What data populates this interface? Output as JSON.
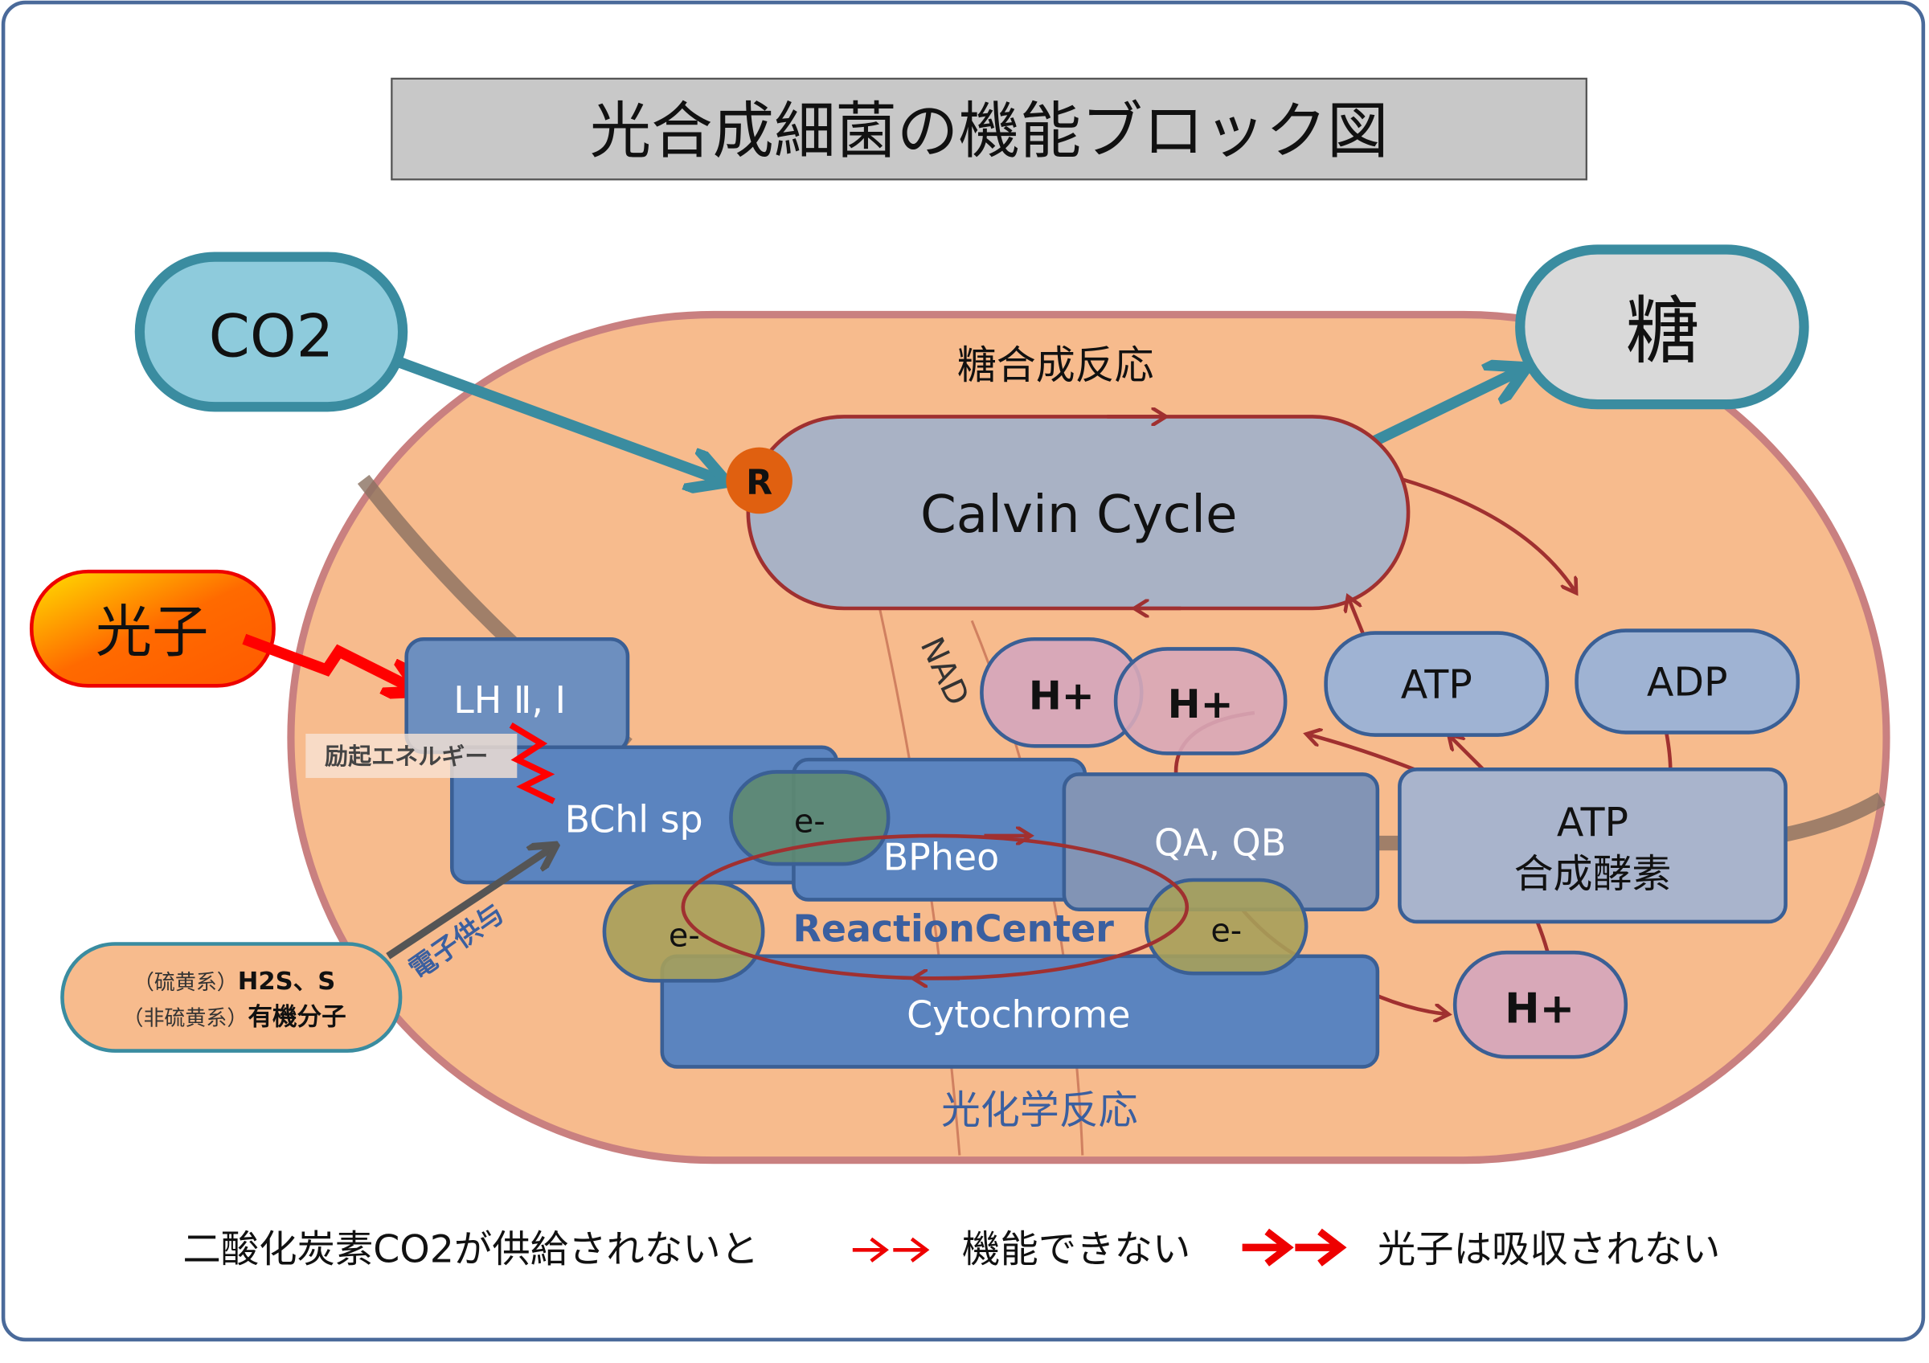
{
  "title": "光合成細菌の機能ブロック図",
  "inputs": {
    "co2": "CO2",
    "photon": "光子",
    "sugar": "糖"
  },
  "labels": {
    "sugar_synthesis": "糖合成反応",
    "calvin_cycle": "Calvin Cycle",
    "rubisco": "R",
    "lh": "LH Ⅱ, Ⅰ",
    "excitation_energy": "励起エネルギー",
    "bchl": "BChl sp",
    "bpheo": "BPheo",
    "qaqb": "QA, QB",
    "reaction_center": "ReactionCenter",
    "cytochrome": "Cytochrome",
    "electron": "e-",
    "proton": "H+",
    "nad": "NAD",
    "atp": "ATP",
    "adp": "ADP",
    "atp_synthase_line1": "ATP",
    "atp_synthase_line2": "合成酵素",
    "photochemical_reaction": "光化学反応",
    "electron_donation": "電子供与",
    "donor_line1_prefix": "（硫黄系）",
    "donor_line1_main": "H2S、S",
    "donor_line2_prefix": "（非硫黄系）",
    "donor_line2_main": "有機分子"
  },
  "footer": {
    "part1": "二酸化炭素CO2が供給されないと",
    "part2": "機能できない",
    "part3": "光子は吸収されない"
  },
  "colors": {
    "cell": "#f7bb8d",
    "cell_border": "#c98080",
    "teal": "#3a8ca0",
    "arrow_red": "#a03030",
    "protein_blue": "#5b84bf",
    "title_box": "#c8c8c8"
  }
}
